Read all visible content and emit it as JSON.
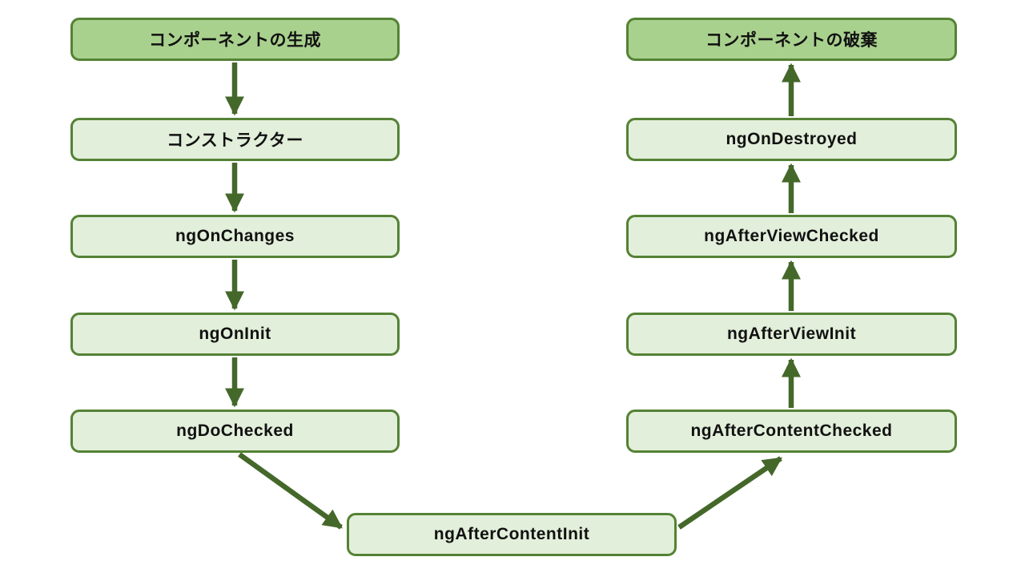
{
  "diagram": {
    "description_colors": {
      "header_fill": "#A9D18E",
      "box_fill": "#E2EFDA",
      "box_border": "#548235",
      "arrow": "#44682A"
    },
    "nodes": {
      "creation_header": {
        "label": "コンポーネントの生成",
        "type": "header"
      },
      "constructor": {
        "label": "コンストラクター",
        "type": "normal"
      },
      "ng_on_changes": {
        "label": "ngOnChanges",
        "type": "normal"
      },
      "ng_on_init": {
        "label": "ngOnInit",
        "type": "normal"
      },
      "ng_do_checked": {
        "label": "ngDoChecked",
        "type": "normal"
      },
      "ng_after_content_init": {
        "label": "ngAfterContentInit",
        "type": "normal"
      },
      "ng_after_content_checked": {
        "label": "ngAfterContentChecked",
        "type": "normal"
      },
      "ng_after_view_init": {
        "label": "ngAfterViewInit",
        "type": "normal"
      },
      "ng_after_view_checked": {
        "label": "ngAfterViewChecked",
        "type": "normal"
      },
      "ng_on_destroyed": {
        "label": "ngOnDestroyed",
        "type": "normal"
      },
      "destruction_header": {
        "label": "コンポーネントの破棄",
        "type": "header"
      }
    },
    "edges": [
      {
        "from": "creation_header",
        "to": "constructor"
      },
      {
        "from": "constructor",
        "to": "ng_on_changes"
      },
      {
        "from": "ng_on_changes",
        "to": "ng_on_init"
      },
      {
        "from": "ng_on_init",
        "to": "ng_do_checked"
      },
      {
        "from": "ng_do_checked",
        "to": "ng_after_content_init"
      },
      {
        "from": "ng_after_content_init",
        "to": "ng_after_content_checked"
      },
      {
        "from": "ng_after_content_checked",
        "to": "ng_after_view_init"
      },
      {
        "from": "ng_after_view_init",
        "to": "ng_after_view_checked"
      },
      {
        "from": "ng_after_view_checked",
        "to": "ng_on_destroyed"
      },
      {
        "from": "ng_on_destroyed",
        "to": "destruction_header"
      }
    ]
  }
}
